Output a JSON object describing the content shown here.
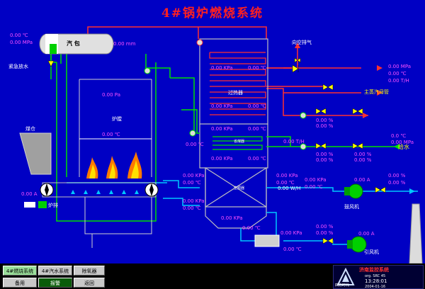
{
  "title": "4#锅炉燃烧系统",
  "drum": {
    "label": "汽  包",
    "temp": "0.00 ℃",
    "pressure": "0.00 MPa",
    "level": "0.00 mm"
  },
  "left": {
    "emergency_drain": "紧急放水",
    "coal_bunker": "煤仓",
    "furnace": "炉膛",
    "grate": "炉排",
    "current": "0.00 A",
    "pressure_pa": "0.00 Pa",
    "furnace_temp": "0.00 ℃",
    "mid_temp": "0.00 ℃"
  },
  "superheater": {
    "label": "过热器",
    "kpa1": "0.00 KPa",
    "c1": "0.00 ℃",
    "kpa2": "0.00 KPa",
    "c2": "0.00 ℃",
    "kpa3": "0.00 KPa",
    "c3": "0.00 ℃",
    "kpa4": "0.00 KPa",
    "c4": "0.00 ℃"
  },
  "economizer": {
    "label": "省煤器",
    "kpa": "0.00 KPa",
    "c": "0.00 ℃",
    "th": "0.00 T/H"
  },
  "air_preheater": {
    "label": "空预器",
    "kpa_in": "0.00 KPa",
    "c_in": "0.00 ℃",
    "kpa_out": "0.00 KPa",
    "c_out": "0.00 ℃",
    "kpa_bot": "0.00 KPa",
    "c_bot": "0.00 ℃",
    "kpa_low": "0.00 KPa",
    "c_low": "0.00 ℃",
    "wh": "0.00 W/H"
  },
  "right": {
    "vent": "向空排气",
    "steam_mpa": "0.00 MPa",
    "steam_c": "0.00 ℃",
    "steam_th": "0.00 T/H",
    "main_steam": "主蒸汽母管",
    "feed_c": "0.0 ℃",
    "feed_mpa": "0.00 MPa",
    "feedwater": "给水"
  },
  "valves": {
    "v1_pct1": "0.00 %",
    "v1_pct2": "0.00 %",
    "v2_pct1": "0.00 %",
    "v2_pct2": "0.00 %",
    "v3_pct1": "0.00 %",
    "v3_pct2": "0.00 %"
  },
  "fans": {
    "blower_label": "鼓风机",
    "blower_a": "0.00 A",
    "blower_pct1": "0.00 %",
    "blower_pct2": "0.00 %",
    "blower_kpa": "0.00 KPa",
    "blower_c": "0.00 ℃",
    "id_label": "引风机",
    "id_a": "0.00 A",
    "id_pct1": "0.00 %",
    "id_pct2": "0.00 %",
    "dust_kpa": "0.00 KPa",
    "dust_c": "0.00 ℃"
  },
  "nav": {
    "b1": "4#燃烧系统",
    "b2": "4#汽水系统",
    "b3": "除氧器",
    "b4": "备用",
    "b5": "报警",
    "b6": "返回"
  },
  "logo": {
    "company": "四方时代",
    "system": "济南监控系统",
    "line1": "org. SRC 45",
    "time": "13:28:01",
    "date": "2004-01-16"
  },
  "colors": {
    "bg": "#0000c4",
    "water": "#00e000",
    "steam": "#ff3030",
    "air": "#00c8ff"
  }
}
